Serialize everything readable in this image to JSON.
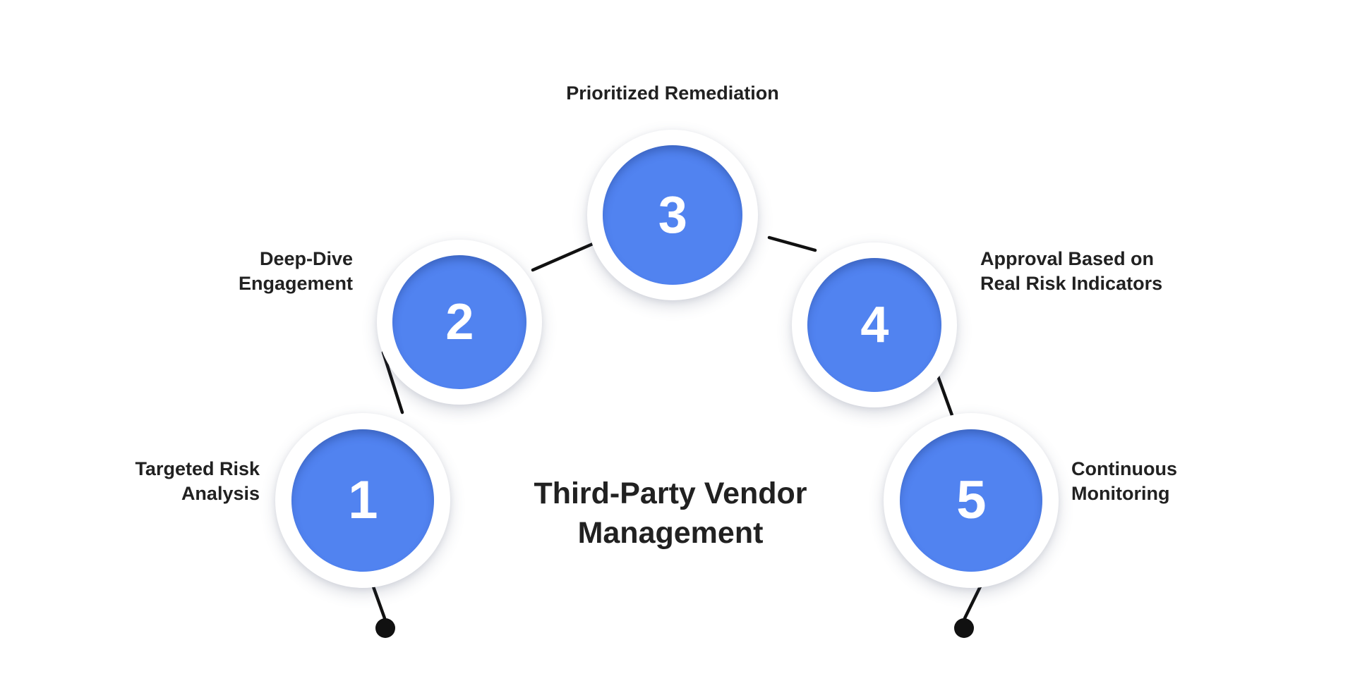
{
  "diagram": {
    "center_title_line1": "Third-Party Vendor",
    "center_title_line2": "Management",
    "accent_color": "#5183F0",
    "text_color": "#212121",
    "connector_color": "#111111",
    "steps": [
      {
        "number": "1",
        "label_line1": "Targeted Risk",
        "label_line2": "Analysis",
        "label_side": "left"
      },
      {
        "number": "2",
        "label_line1": "Deep-Dive",
        "label_line2": "Engagement",
        "label_side": "left"
      },
      {
        "number": "3",
        "label_line1": "Prioritized Remediation",
        "label_line2": "",
        "label_side": "top"
      },
      {
        "number": "4",
        "label_line1": "Approval Based on",
        "label_line2": "Real Risk Indicators",
        "label_side": "right"
      },
      {
        "number": "5",
        "label_line1": "Continuous",
        "label_line2": "Monitoring",
        "label_side": "right"
      }
    ]
  }
}
